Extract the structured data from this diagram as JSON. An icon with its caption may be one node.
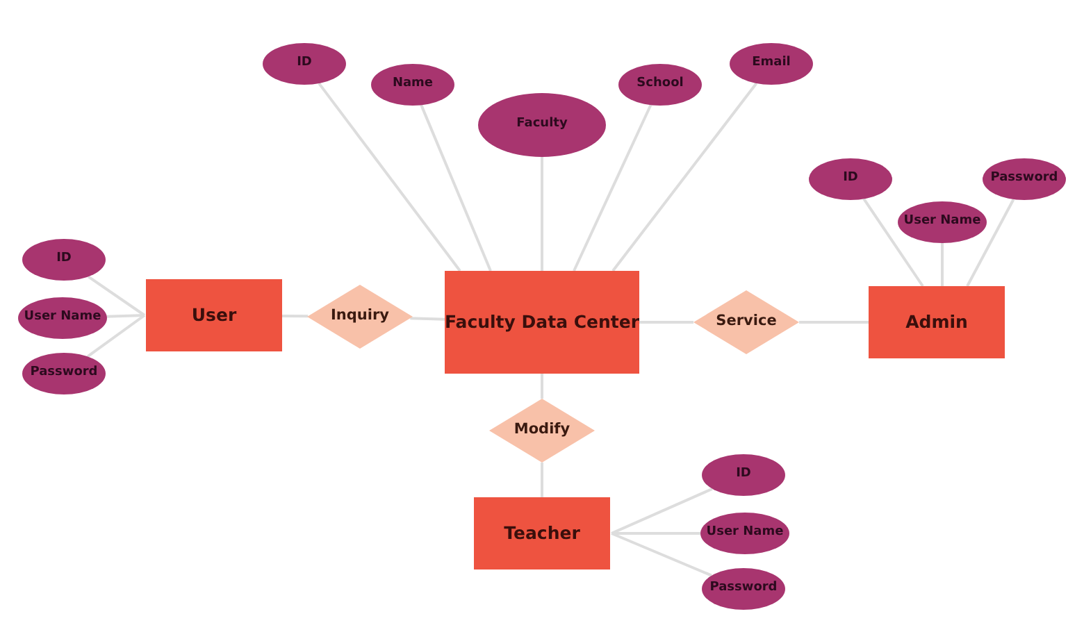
{
  "diagram": {
    "nodes": [
      {
        "text": [
          "Faculty Data Center"
        ]
      },
      {
        "text": [
          "ID"
        ]
      },
      {
        "text": [
          "Name"
        ]
      },
      {
        "text": [
          "Faculty"
        ]
      },
      {
        "text": [
          "School"
        ]
      },
      {
        "text": [
          "Email"
        ]
      },
      {
        "text": [
          "User"
        ]
      },
      {
        "text": [
          "ID"
        ]
      },
      {
        "text": [
          "User Name"
        ]
      },
      {
        "text": [
          "Password"
        ]
      },
      {
        "text": [
          "Inquiry"
        ]
      },
      {
        "text": [
          "Service"
        ]
      },
      {
        "text": [
          "Admin"
        ]
      },
      {
        "text": [
          "ID"
        ]
      },
      {
        "text": [
          "User Name"
        ]
      },
      {
        "text": [
          "Password"
        ]
      },
      {
        "text": [
          "Modify"
        ]
      },
      {
        "text": [
          "Teacher"
        ]
      },
      {
        "text": [
          "ID"
        ]
      },
      {
        "text": [
          "User Name"
        ]
      },
      {
        "text": [
          "Password"
        ]
      }
    ],
    "edges": [
      {
        "from": 0,
        "to": 1,
        "arrow": "none"
      },
      {
        "from": 0,
        "to": 2,
        "arrow": "none"
      },
      {
        "from": 0,
        "to": 3,
        "arrow": "none"
      },
      {
        "from": 0,
        "to": 4,
        "arrow": "none"
      },
      {
        "from": 0,
        "to": 5,
        "arrow": "none"
      },
      {
        "from": 6,
        "to": 7,
        "arrow": "none"
      },
      {
        "from": 6,
        "to": 8,
        "arrow": "none"
      },
      {
        "from": 6,
        "to": 9,
        "arrow": "none"
      },
      {
        "from": 6,
        "to": 10,
        "arrow": "none"
      },
      {
        "from": 10,
        "to": 0,
        "arrow": "none"
      },
      {
        "from": 0,
        "to": 11,
        "arrow": "none"
      },
      {
        "from": 11,
        "to": 12,
        "arrow": "none"
      },
      {
        "from": 12,
        "to": 13,
        "arrow": "none"
      },
      {
        "from": 12,
        "to": 14,
        "arrow": "none"
      },
      {
        "from": 12,
        "to": 15,
        "arrow": "none"
      },
      {
        "from": 0,
        "to": 16,
        "arrow": "none"
      },
      {
        "from": 16,
        "to": 17,
        "arrow": "none"
      },
      {
        "from": 17,
        "to": 18,
        "arrow": "none"
      },
      {
        "from": 17,
        "to": 19,
        "arrow": "none"
      },
      {
        "from": 17,
        "to": 20,
        "arrow": "none"
      }
    ]
  }
}
